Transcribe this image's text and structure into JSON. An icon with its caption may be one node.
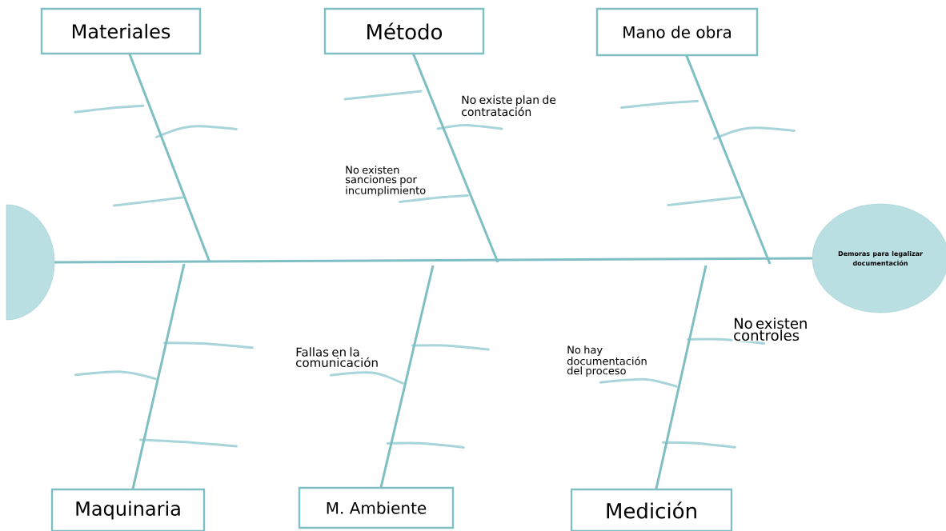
{
  "diagram": {
    "nodes": [
      {
        "text": [
          "Materiales"
        ]
      },
      {
        "text": [
          "Método"
        ]
      },
      {
        "text": [
          "Mano de obra"
        ]
      },
      {
        "text": [
          "Maquinaria"
        ]
      },
      {
        "text": [
          "M. Ambiente"
        ]
      },
      {
        "text": [
          "Medición"
        ]
      },
      {
        "text": [
          "Demoras para legalizar documentación"
        ]
      },
      {
        "text": [],
        "shape": "circle"
      }
    ],
    "edges": [
      {
        "from": 7,
        "to": 6,
        "arrow": "none"
      },
      {
        "from": 0,
        "to": null,
        "arrow": "none"
      },
      {
        "from": 1,
        "to": null,
        "arrow": "none"
      },
      {
        "from": 2,
        "to": null,
        "arrow": "none"
      },
      {
        "from": 3,
        "to": null,
        "arrow": "none"
      },
      {
        "from": 4,
        "to": null,
        "arrow": "none"
      },
      {
        "from": 5,
        "to": null,
        "arrow": "none"
      }
    ],
    "labels": [
      "No existe plan de contratación",
      "No existen sanciones por incumplimiento",
      "Fallas en la comunicación",
      "No hay documentación del proceso",
      "No existen controles"
    ]
  }
}
